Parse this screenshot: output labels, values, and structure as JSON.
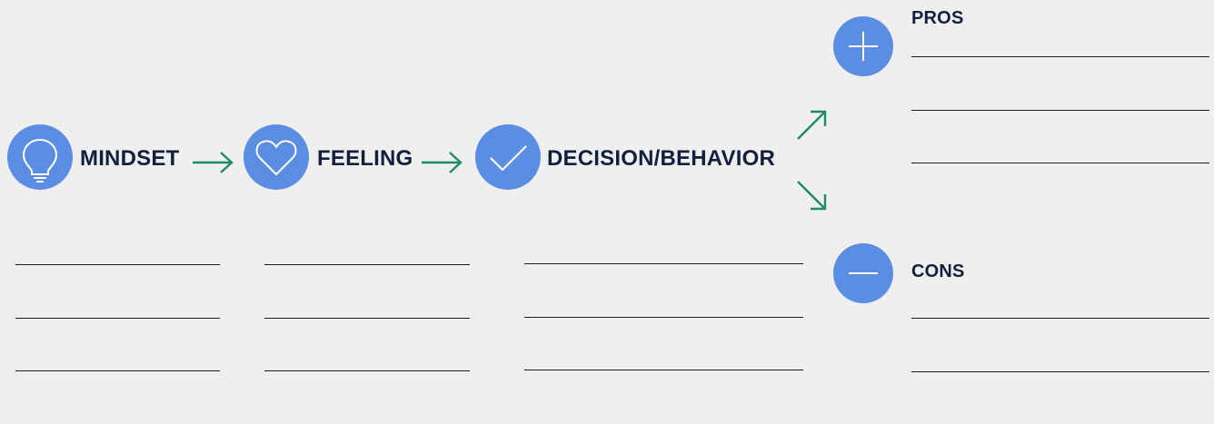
{
  "flow": {
    "mindset": {
      "label": "MINDSET",
      "icon": "lightbulb-icon"
    },
    "feeling": {
      "label": "FEELING",
      "icon": "heart-icon"
    },
    "decision": {
      "label": "DECISION/BEHAVIOR",
      "icon": "checkmark-icon"
    }
  },
  "outcomes": {
    "pros": {
      "label": "PROS",
      "icon": "plus-icon"
    },
    "cons": {
      "label": "CONS",
      "icon": "minus-icon"
    }
  },
  "colors": {
    "background": "#efefef",
    "icon_fill": "#5b8de2",
    "arrow": "#1f8a6b",
    "text": "#13203d",
    "line": "#1b1b1b"
  }
}
